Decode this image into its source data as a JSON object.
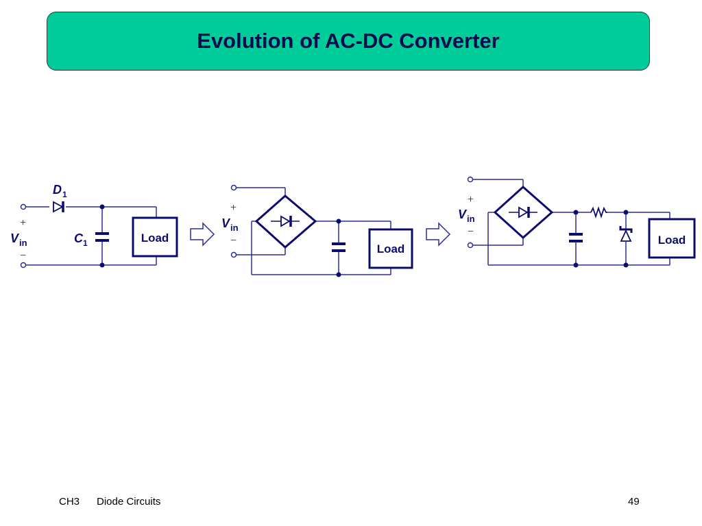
{
  "slide": {
    "title": "Evolution of AC-DC Converter"
  },
  "colors": {
    "title_bg": "#00cc99",
    "title_text": "#0b0b4d",
    "wire": "#2a2a9c",
    "component": "#0b0b6e"
  },
  "circuit1": {
    "diode_label_main": "D",
    "diode_label_sub": "1",
    "cap_label_main": "C",
    "cap_label_sub": "1",
    "vin_main": "V",
    "vin_sub": "in",
    "plus": "+",
    "minus": "−",
    "load": "Load"
  },
  "circuit2": {
    "vin_main": "V",
    "vin_sub": "in",
    "plus": "+",
    "minus": "−",
    "load": "Load"
  },
  "circuit3": {
    "vin_main": "V",
    "vin_sub": "in",
    "plus": "+",
    "minus": "−",
    "load": "Load"
  },
  "footer": {
    "chapter": "CH3",
    "subject": "Diode Circuits",
    "page": "49"
  }
}
